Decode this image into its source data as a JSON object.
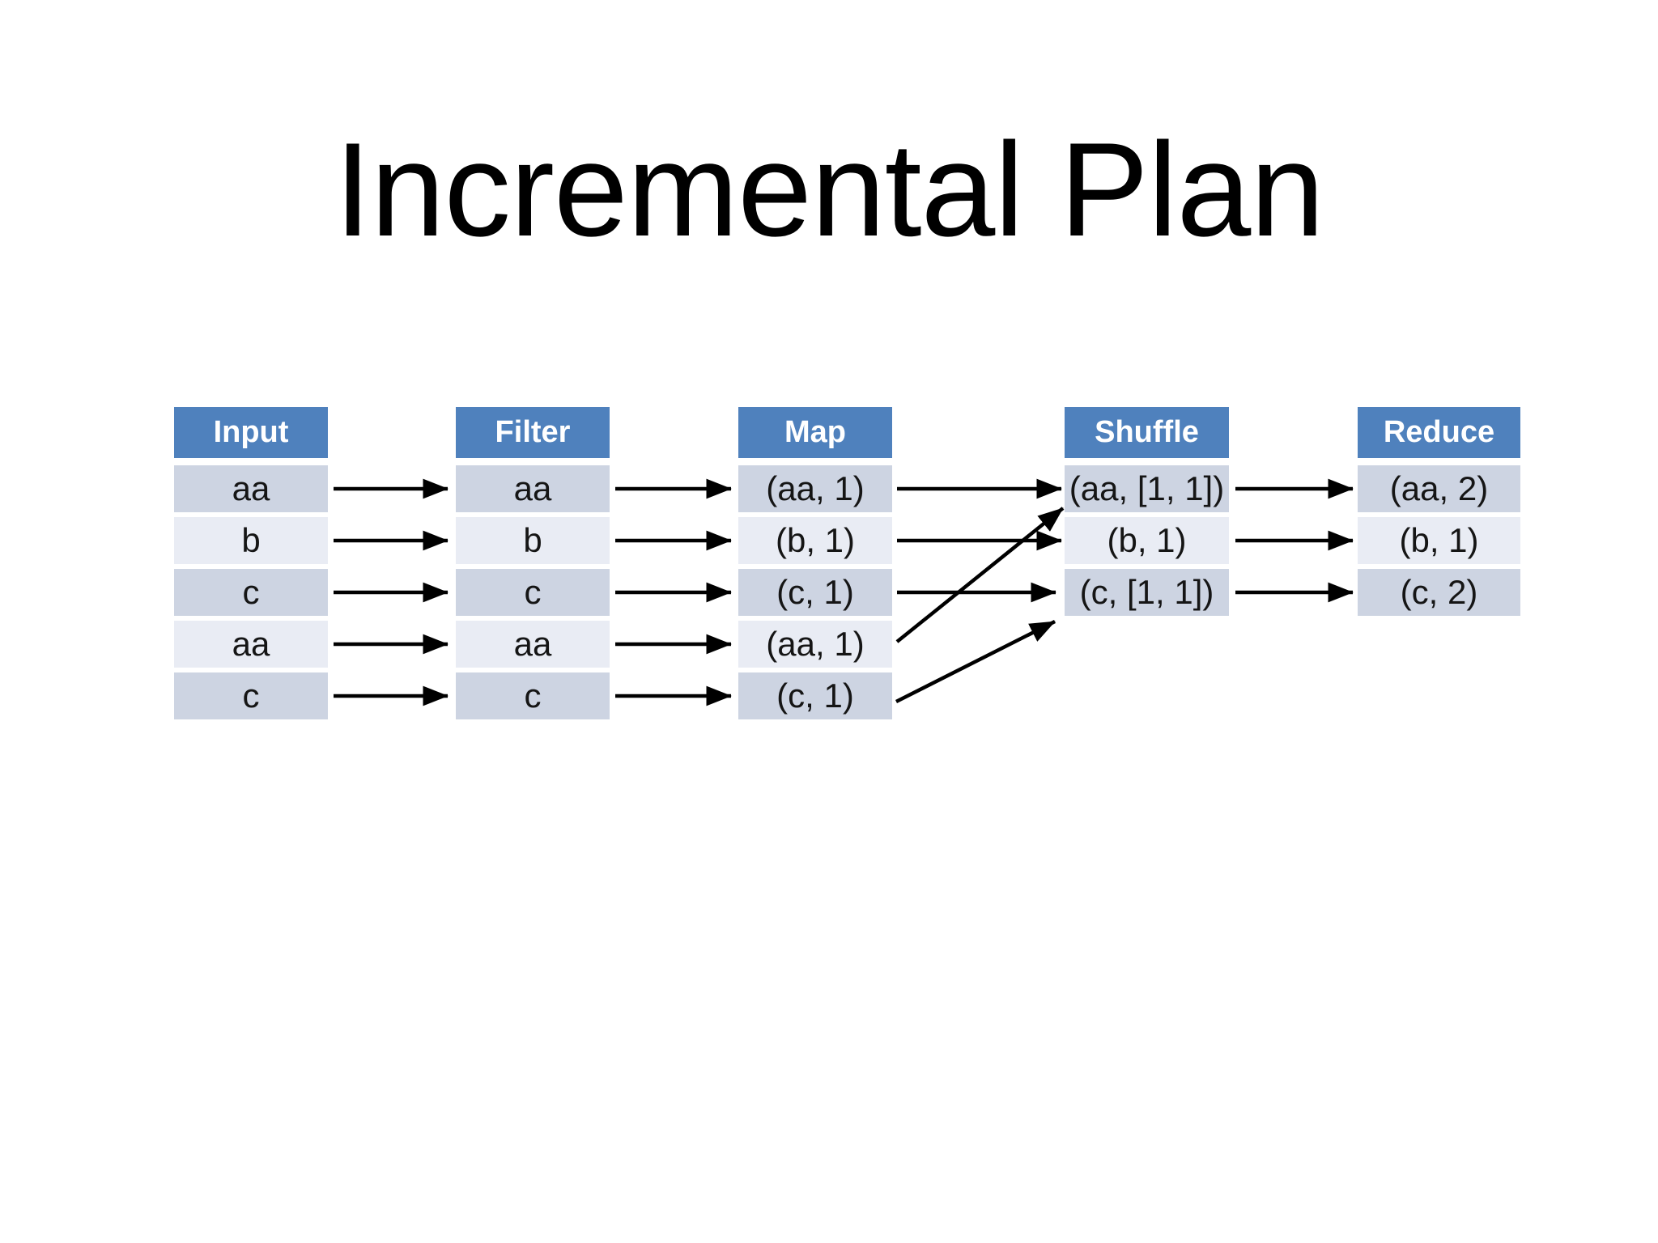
{
  "title": "Incremental Plan",
  "colors": {
    "header_bg": "#4f81bd",
    "header_text": "#ffffff",
    "row_odd": "#cdd4e2",
    "row_even": "#e9ecf4",
    "cell_text": "#151515",
    "title_text": "#000000",
    "arrow": "#000000"
  },
  "diagram": {
    "columns": [
      {
        "id": "input",
        "header": "Input",
        "rows": [
          "aa",
          "b",
          "c",
          "aa",
          "c"
        ]
      },
      {
        "id": "filter",
        "header": "Filter",
        "rows": [
          "aa",
          "b",
          "c",
          "aa",
          "c"
        ]
      },
      {
        "id": "map",
        "header": "Map",
        "rows": [
          "(aa, 1)",
          "(b, 1)",
          "(c, 1)",
          "(aa, 1)",
          "(c, 1)"
        ]
      },
      {
        "id": "shuffle",
        "header": "Shuffle",
        "rows": [
          "(aa, [1, 1])",
          "(b, 1)",
          "(c, [1, 1])"
        ]
      },
      {
        "id": "reduce",
        "header": "Reduce",
        "rows": [
          "(aa, 2)",
          "(b, 1)",
          "(c, 2)"
        ]
      }
    ],
    "connections": [
      {
        "from": "input.row1",
        "to": "filter.row1"
      },
      {
        "from": "input.row2",
        "to": "filter.row2"
      },
      {
        "from": "input.row3",
        "to": "filter.row3"
      },
      {
        "from": "input.row4",
        "to": "filter.row4"
      },
      {
        "from": "input.row5",
        "to": "filter.row5"
      },
      {
        "from": "filter.row1",
        "to": "map.row1"
      },
      {
        "from": "filter.row2",
        "to": "map.row2"
      },
      {
        "from": "filter.row3",
        "to": "map.row3"
      },
      {
        "from": "filter.row4",
        "to": "map.row4"
      },
      {
        "from": "filter.row5",
        "to": "map.row5"
      },
      {
        "from": "map.row1",
        "to": "shuffle.row1"
      },
      {
        "from": "map.row2",
        "to": "shuffle.row2"
      },
      {
        "from": "map.row3",
        "to": "shuffle.row3"
      },
      {
        "from": "map.row4",
        "to": "shuffle.row1"
      },
      {
        "from": "map.row5",
        "to": "shuffle.row3"
      },
      {
        "from": "shuffle.row1",
        "to": "reduce.row1"
      },
      {
        "from": "shuffle.row2",
        "to": "reduce.row2"
      },
      {
        "from": "shuffle.row3",
        "to": "reduce.row3"
      }
    ]
  }
}
